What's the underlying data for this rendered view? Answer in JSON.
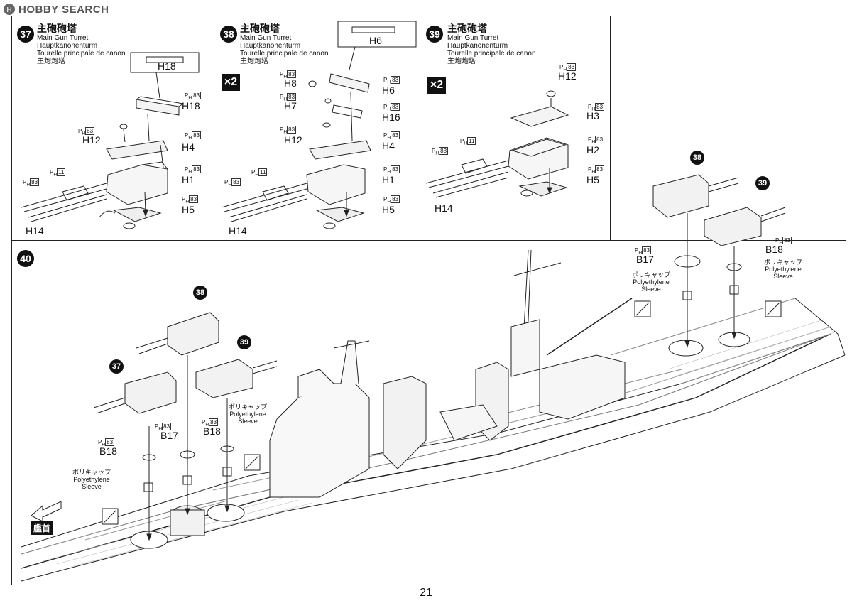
{
  "watermark": {
    "text": "HOBBY SEARCH"
  },
  "page_number": "21",
  "steps": [
    {
      "number": "37",
      "title_jp": "主砲砲塔",
      "title_en": "Main Gun Turret",
      "title_de": "Hauptkanonenturm",
      "title_fr": "Tourelle principale de canon",
      "title_cn": "主炮炮塔",
      "highlight_part": "H18",
      "parts": [
        "H18",
        "H12",
        "H4",
        "H1",
        "H5",
        "H14"
      ],
      "ph_code": "83",
      "ph_code_alt": "11"
    },
    {
      "number": "38",
      "title_jp": "主砲砲塔",
      "title_en": "Main Gun Turret",
      "title_de": "Hauptkanonenturm",
      "title_fr": "Tourelle principale de canon",
      "title_cn": "主炮炮塔",
      "multiplier": "×2",
      "highlight_part": "H6",
      "parts": [
        "H8",
        "H6",
        "H7",
        "H16",
        "H12",
        "H4",
        "H1",
        "H5",
        "H14"
      ],
      "ph_code": "83",
      "ph_code_alt": "11"
    },
    {
      "number": "39",
      "title_jp": "主砲砲塔",
      "title_en": "Main Gun Turret",
      "title_de": "Hauptkanonenturm",
      "title_fr": "Tourelle principale de canon",
      "title_cn": "主炮炮塔",
      "multiplier": "×2",
      "parts": [
        "H12",
        "H3",
        "H2",
        "H5",
        "H14"
      ],
      "ph_code": "83",
      "ph_code_alt": "11"
    },
    {
      "number": "40",
      "callouts": [
        "38",
        "39",
        "37",
        "38",
        "39"
      ],
      "parts": [
        "B17",
        "B18",
        "B18",
        "B17",
        "B18"
      ],
      "sleeve_jp": "ポリキャップ",
      "sleeve_en1": "Polyethylene",
      "sleeve_en2": "Sleeve",
      "bow_label": "艦首",
      "ph_prefix": "P",
      "ph_sub": "H"
    }
  ]
}
